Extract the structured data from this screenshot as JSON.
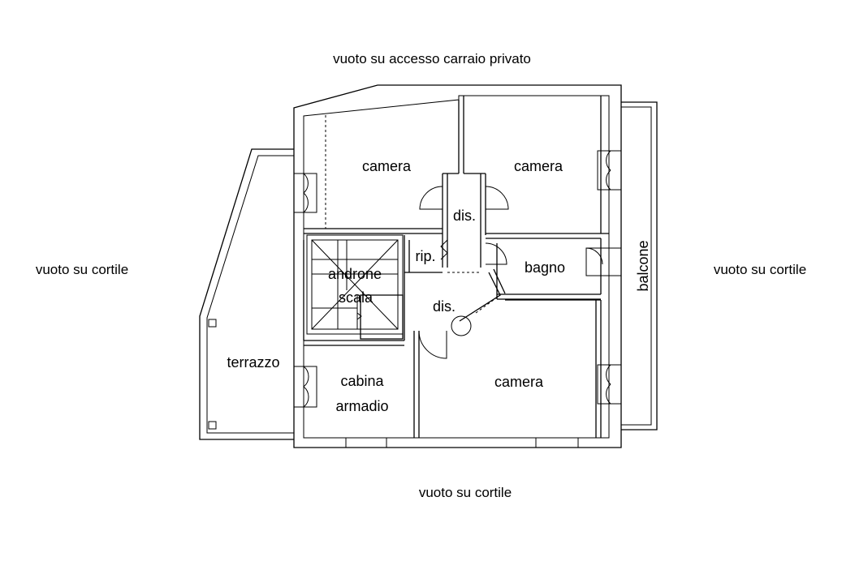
{
  "context_labels": {
    "top": "vuoto su accesso carraio privato",
    "left": "vuoto su cortile",
    "right": "vuoto su cortile",
    "bottom": "vuoto su cortile"
  },
  "rooms": {
    "camera_nw": "camera",
    "camera_ne": "camera",
    "dis_upper": "dis.",
    "rip": "rip.",
    "bagno": "bagno",
    "androne": "androne",
    "scala": "scala",
    "dis_lower": "dis.",
    "camera_se": "camera",
    "cabina": "cabina",
    "armadio": "armadio",
    "terrazzo": "terrazzo",
    "balcone": "balcone"
  }
}
